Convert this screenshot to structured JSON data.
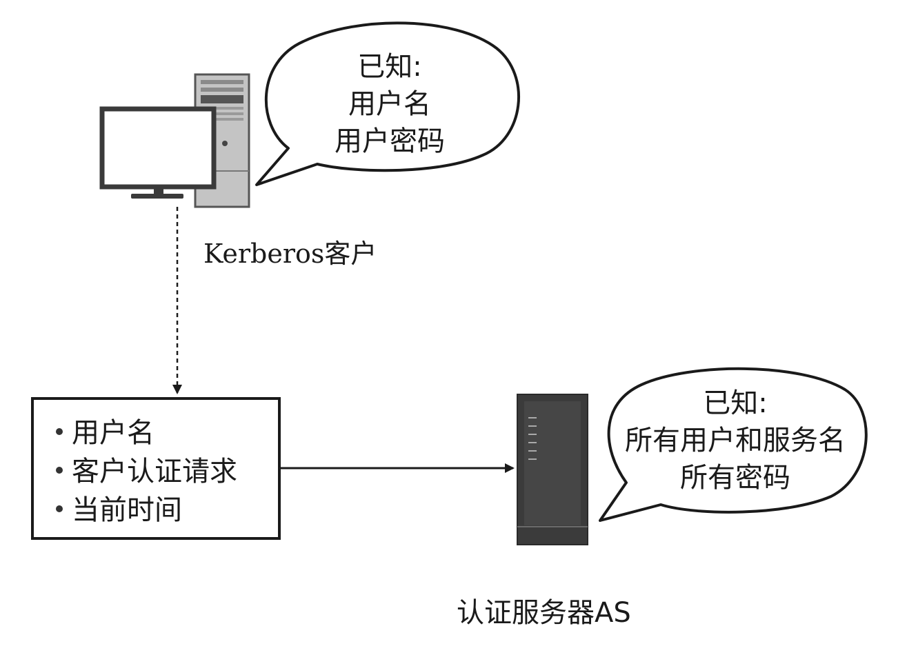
{
  "client": {
    "label": "Kerberos客户",
    "bubble": {
      "title": "已知:",
      "lines": [
        "用户名",
        "用户密码"
      ]
    }
  },
  "request": {
    "items": [
      "用户名",
      "客户认证请求",
      "当前时间"
    ]
  },
  "server": {
    "label": "认证服务器AS",
    "bubble": {
      "title": "已知:",
      "lines": [
        "所有用户和服务名",
        "所有密码"
      ]
    }
  },
  "colors": {
    "stroke": "#1a1a1a",
    "tower_light": "#bdbdbd",
    "tower_dark": "#3a3a3a",
    "server_body": "#3b3b3b"
  }
}
